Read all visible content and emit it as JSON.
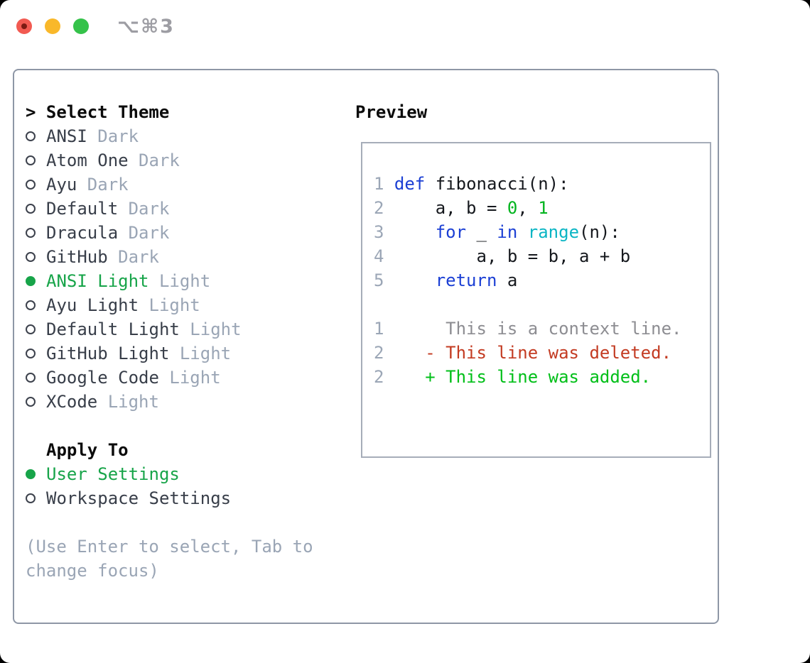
{
  "window": {
    "title": "⌥⌘3",
    "controls": {
      "close": "close",
      "minimize": "minimize",
      "zoom": "zoom"
    }
  },
  "colors": {
    "selection_green": "#17a449",
    "keyword_blue": "#1b3fd4",
    "function_cyan": "#0ab5c4",
    "number_green": "#00b41e",
    "added_green": "#00bf18",
    "deleted_red": "#c33b22",
    "context_gray": "#8d8d92",
    "line_number_gray": "#9ba6b6",
    "tag_gray": "#9aa5b5",
    "panel_border_gray": "#8e97a6",
    "traffic_red": "#f25a51",
    "traffic_yellow": "#f9b82a",
    "traffic_green": "#35c24a"
  },
  "theme_panel": {
    "header_marker": "> ",
    "header": "Select Theme",
    "items": [
      {
        "name": "ANSI",
        "tag": "Dark",
        "selected": false
      },
      {
        "name": "Atom One",
        "tag": "Dark",
        "selected": false
      },
      {
        "name": "Ayu",
        "tag": "Dark",
        "selected": false
      },
      {
        "name": "Default",
        "tag": "Dark",
        "selected": false
      },
      {
        "name": "Dracula",
        "tag": "Dark",
        "selected": false
      },
      {
        "name": "GitHub",
        "tag": "Dark",
        "selected": false
      },
      {
        "name": "ANSI Light",
        "tag": "Light",
        "selected": true
      },
      {
        "name": "Ayu Light",
        "tag": "Light",
        "selected": false
      },
      {
        "name": "Default Light",
        "tag": "Light",
        "selected": false
      },
      {
        "name": "GitHub Light",
        "tag": "Light",
        "selected": false
      },
      {
        "name": "Google Code",
        "tag": "Light",
        "selected": false
      },
      {
        "name": "XCode",
        "tag": "Light",
        "selected": false
      }
    ],
    "apply_to": {
      "header": "Apply To",
      "options": [
        {
          "name": "User Settings",
          "selected": true
        },
        {
          "name": "Workspace Settings",
          "selected": false
        }
      ]
    },
    "help": [
      "(Use Enter to select, Tab to",
      "change focus)"
    ]
  },
  "preview_panel": {
    "header": "Preview",
    "code_lines": [
      {
        "num": "1",
        "tokens": [
          [
            " ",
            "pl"
          ],
          [
            "def",
            "kw"
          ],
          [
            " fibonacci(n):",
            "pl"
          ]
        ]
      },
      {
        "num": "2",
        "tokens": [
          [
            "     a, b = ",
            "pl"
          ],
          [
            "0",
            "num"
          ],
          [
            ", ",
            "pl"
          ],
          [
            "1",
            "num"
          ]
        ]
      },
      {
        "num": "3",
        "tokens": [
          [
            "     ",
            "pl"
          ],
          [
            "for",
            "kw"
          ],
          [
            " _ ",
            "pl"
          ],
          [
            "in",
            "kw"
          ],
          [
            " ",
            "pl"
          ],
          [
            "range",
            "fn"
          ],
          [
            "(n):",
            "pl"
          ]
        ]
      },
      {
        "num": "4",
        "tokens": [
          [
            "         a, b = b, a + b",
            "pl"
          ]
        ]
      },
      {
        "num": "5",
        "tokens": [
          [
            "     ",
            "pl"
          ],
          [
            "return",
            "kw"
          ],
          [
            " a",
            "pl"
          ]
        ]
      }
    ],
    "diff_lines": [
      {
        "num": "1",
        "tokens": [
          [
            "      This is a context line.",
            "ctx"
          ]
        ]
      },
      {
        "num": "2",
        "tokens": [
          [
            "    ",
            "pl"
          ],
          [
            "- This line was deleted.",
            "del"
          ]
        ]
      },
      {
        "num": "2",
        "tokens": [
          [
            "    ",
            "pl"
          ],
          [
            "+ This line was added.",
            "add"
          ]
        ]
      }
    ]
  }
}
